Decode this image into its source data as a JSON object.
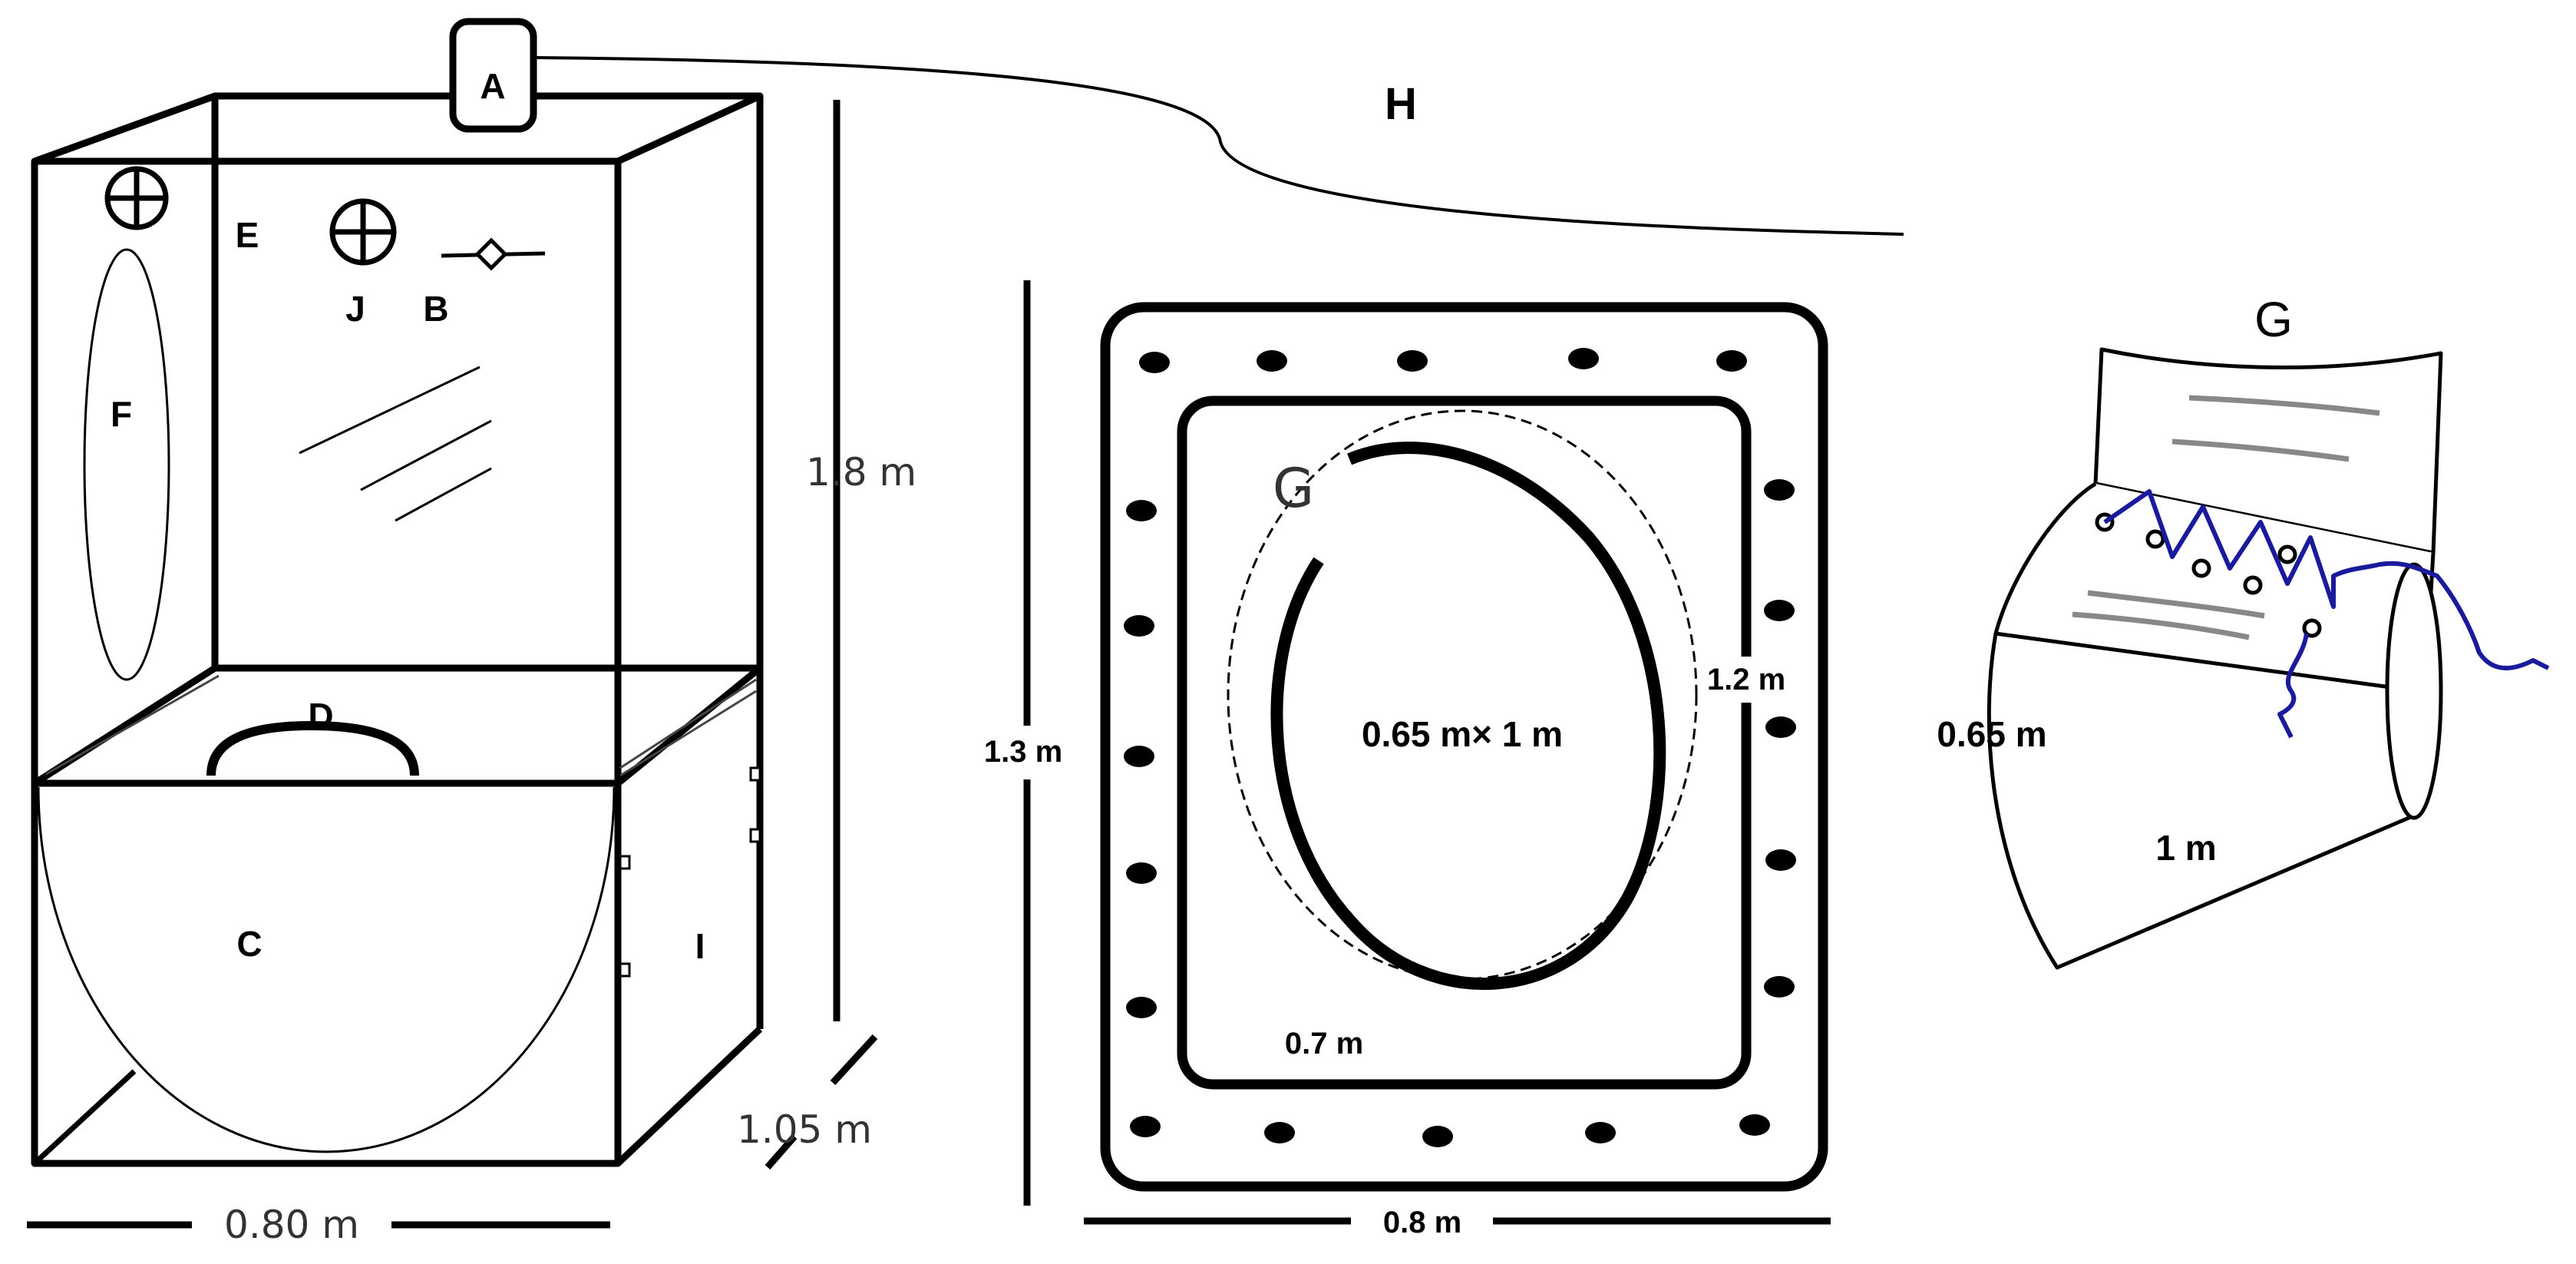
{
  "cabinet": {
    "label_a": "A",
    "label_b": "B",
    "label_c": "C",
    "label_d": "D",
    "label_e": "E",
    "label_f": "F",
    "label_i": "I",
    "label_j": "J",
    "height": "1.8 m",
    "depth": "1.05 m",
    "width": "0.80 m"
  },
  "cable": {
    "label_h": "H"
  },
  "panel": {
    "label_g": "G",
    "height_outer": "1.3 m",
    "width_outer": "0.8 m",
    "height_inner": "1.2 m",
    "width_inner": "0.7 m",
    "opening_size": "0.65 m× 1 m"
  },
  "sleeve": {
    "label_g": "G",
    "circumference": "0.65 m",
    "length": "1 m",
    "lace_color": "#1a1a9c"
  }
}
